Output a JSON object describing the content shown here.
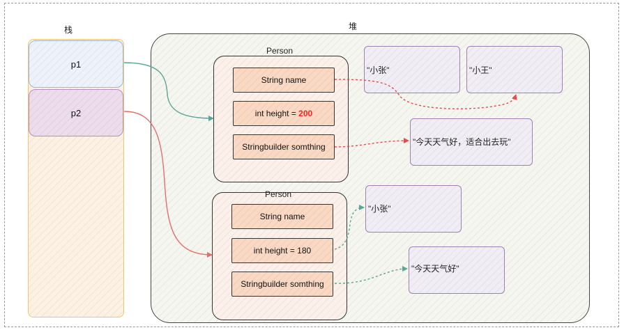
{
  "labels": {
    "stack": "栈",
    "heap": "堆"
  },
  "stack_cells": [
    "p1",
    "p2"
  ],
  "persons": [
    {
      "title": "Person",
      "fields": [
        {
          "text": "String name"
        },
        {
          "text": "int height = ",
          "value": "200",
          "value_color": "#ff2222"
        },
        {
          "text": "Stringbuilder somthing"
        }
      ]
    },
    {
      "title": "Person",
      "fields": [
        {
          "text": "String name"
        },
        {
          "text": "int height = 180"
        },
        {
          "text": "Stringbuilder somthing"
        }
      ]
    }
  ],
  "heap_objects": [
    "\"小张\"",
    "\"小王\"",
    "\"今天天气好，适合出去玩\"",
    "\"小张\"",
    "\"今天天气好\""
  ],
  "colors": {
    "p1_arrow": "#5aa596",
    "p2_arrow": "#e86c6c",
    "person1_refs": "#e84a4a",
    "person2_refs": "#5aa596"
  }
}
